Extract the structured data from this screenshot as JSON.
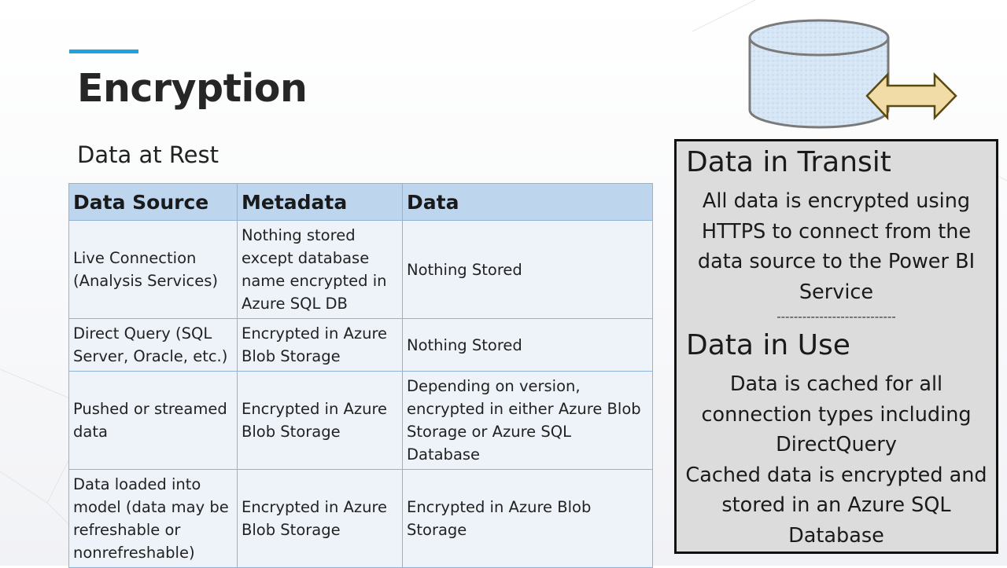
{
  "slide": {
    "title": "Encryption",
    "subtitle": "Data at Rest"
  },
  "table": {
    "headers": [
      "Data Source",
      "Metadata",
      "Data"
    ],
    "rows": [
      {
        "source": "Live Connection (Analysis Services)",
        "metadata": "Nothing stored except database name encrypted in Azure SQL DB",
        "data": "Nothing Stored"
      },
      {
        "source": "Direct Query (SQL Server, Oracle, etc.)",
        "metadata": "Encrypted in Azure Blob Storage",
        "data": "Nothing Stored"
      },
      {
        "source": "Pushed or streamed data",
        "metadata": "Encrypted in Azure Blob Storage",
        "data": "Depending on version, encrypted in either Azure Blob Storage or Azure SQL Database"
      },
      {
        "source": "Data loaded into model (data may be refreshable or nonrefreshable)",
        "metadata": "Encrypted in Azure Blob Storage",
        "data": "Encrypted in Azure Blob Storage"
      }
    ]
  },
  "panel": {
    "transit_heading": "Data in Transit",
    "transit_lines": [
      "All data is encrypted using",
      "HTTPS to connect from the",
      "data source to the Power BI",
      "Service"
    ],
    "divider": "----------------------------",
    "use_heading": "Data in Use",
    "use_lines": [
      "Data is cached for all",
      "connection types including",
      "DirectQuery",
      "Cached data is encrypted and",
      "stored in an Azure SQL",
      "Database"
    ]
  },
  "colors": {
    "accent": "#1fa3dc",
    "table_header": "#bdd6ee",
    "table_cell": "#eef3fa",
    "table_border": "#8fb3d9",
    "panel_bg": "#dcdcdc",
    "cylinder": "#dce9f5",
    "arrow": "#f1dca8"
  },
  "icons": [
    "database-cylinder-icon",
    "double-arrow-icon"
  ]
}
